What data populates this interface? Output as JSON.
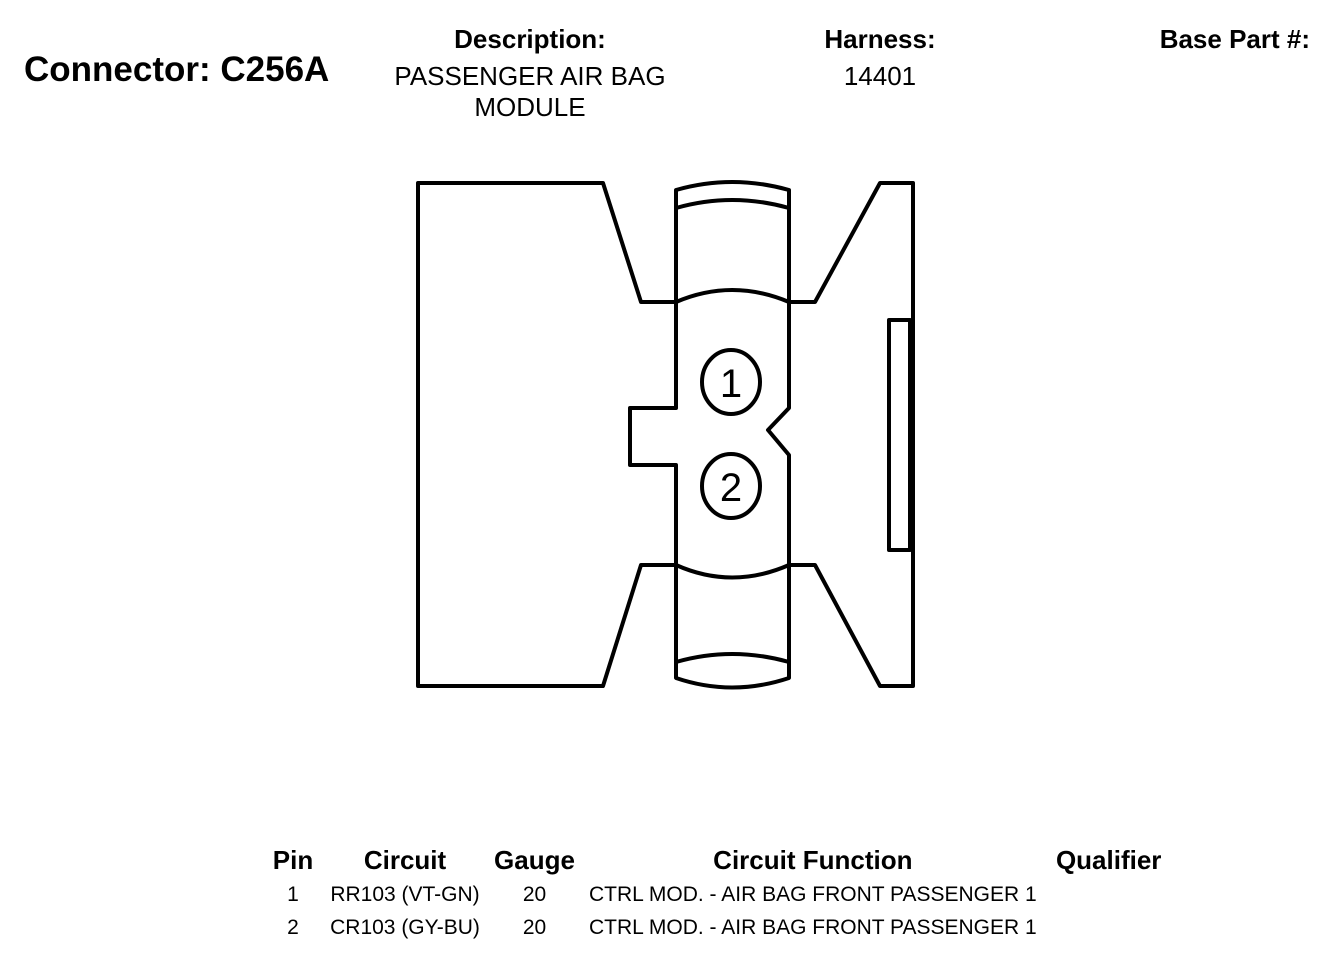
{
  "connector": {
    "title": "Connector: C256A"
  },
  "header": {
    "description_label": "Description:",
    "description_line1": "PASSENGER AIR BAG",
    "description_line2": "MODULE",
    "harness_label": "Harness:",
    "harness_value": "14401",
    "base_part_label": "Base Part #:"
  },
  "diagram": {
    "pins": [
      "1",
      "2"
    ]
  },
  "table": {
    "headers": {
      "pin": "Pin",
      "circuit": "Circuit",
      "gauge": "Gauge",
      "function": "Circuit Function",
      "qualifier": "Qualifier"
    },
    "rows": [
      {
        "pin": "1",
        "circuit": "RR103 (VT-GN)",
        "gauge": "20",
        "function": "CTRL MOD. - AIR BAG FRONT PASSENGER 1",
        "qualifier": ""
      },
      {
        "pin": "2",
        "circuit": "CR103 (GY-BU)",
        "gauge": "20",
        "function": "CTRL MOD. - AIR BAG FRONT PASSENGER 1",
        "qualifier": ""
      }
    ]
  }
}
